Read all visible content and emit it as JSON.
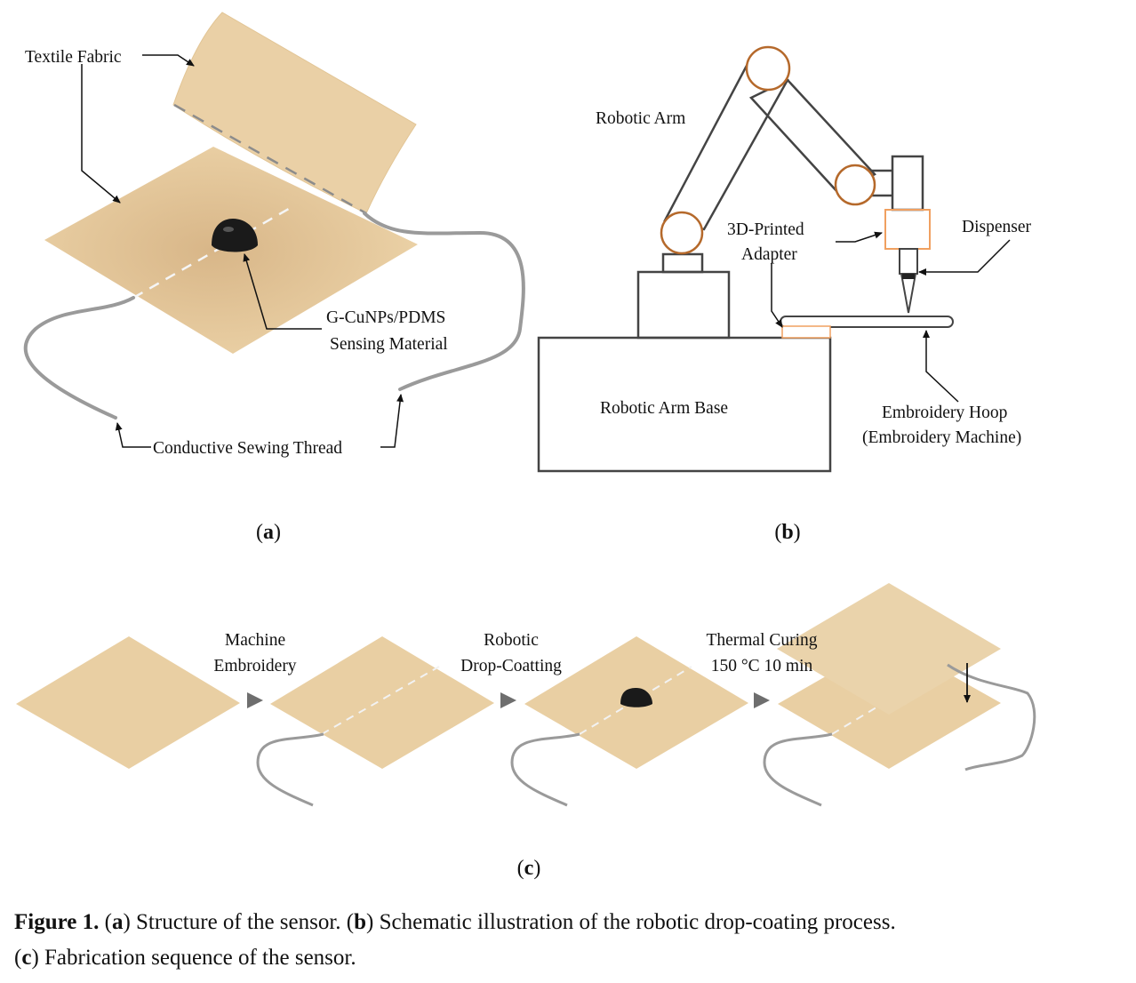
{
  "panel_a": {
    "labels": {
      "fabric": "Textile Fabric",
      "sensing_1": "G-CuNPs/PDMS",
      "sensing_2": "Sensing Material",
      "thread": "Conductive Sewing Thread"
    },
    "tag_letter": "a"
  },
  "panel_b": {
    "labels": {
      "arm": "Robotic Arm",
      "adapter_1": "3D-Printed",
      "adapter_2": "Adapter",
      "dispenser": "Dispenser",
      "base": "Robotic Arm Base",
      "hoop_1": "Embroidery Hoop",
      "hoop_2": "(Embroidery Machine)"
    },
    "tag_letter": "b"
  },
  "panel_c": {
    "steps": [
      {
        "line1": "Machine",
        "line2": "Embroidery"
      },
      {
        "line1": "Robotic",
        "line2": "Drop-Coatting"
      },
      {
        "line1": "Thermal Curing",
        "line2": "150 °C 10 min"
      }
    ],
    "tag_letter": "c"
  },
  "caption": {
    "figure_label": "Figure 1.",
    "a_letter": "a",
    "a_text": "Structure of the sensor.",
    "b_letter": "b",
    "b_text": "Schematic illustration of the robotic drop-coating process.",
    "c_letter": "c",
    "c_text": "Fabrication sequence of the sensor."
  },
  "colors": {
    "fabric": "#e9cfa3",
    "arm_joint": "#b5692b",
    "adapter": "#f0a060",
    "outline": "#444444"
  }
}
